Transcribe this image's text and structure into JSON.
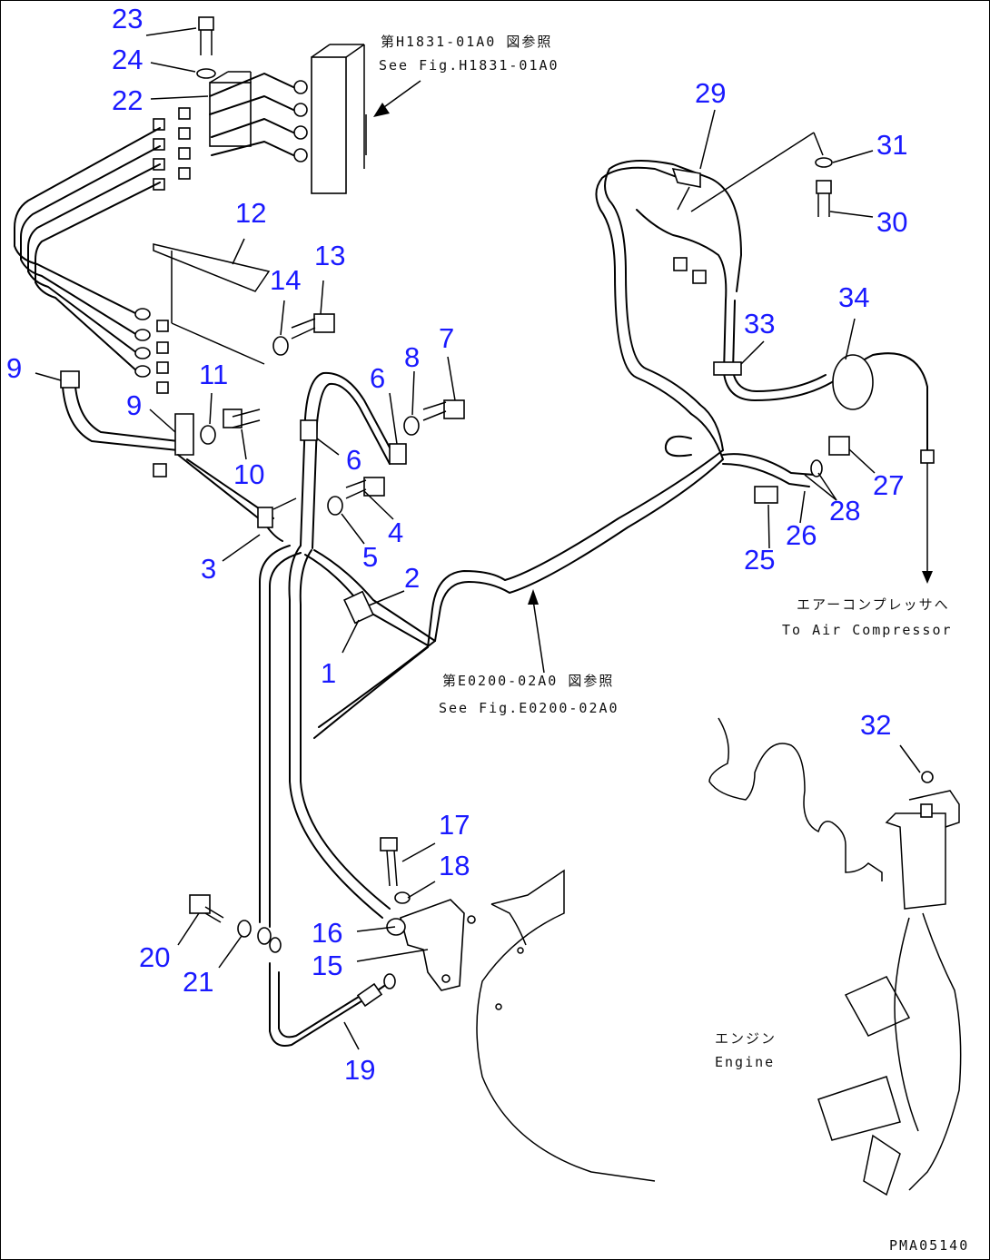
{
  "callouts": {
    "c1": "1",
    "c2": "2",
    "c3": "3",
    "c4": "4",
    "c5": "5",
    "c6a": "6",
    "c6b": "6",
    "c7": "7",
    "c8": "8",
    "c9a": "9",
    "c9b": "9",
    "c10": "10",
    "c11": "11",
    "c12": "12",
    "c13": "13",
    "c14": "14",
    "c15": "15",
    "c16": "16",
    "c17": "17",
    "c18": "18",
    "c19": "19",
    "c20": "20",
    "c21": "21",
    "c22": "22",
    "c23": "23",
    "c24": "24",
    "c25": "25",
    "c26": "26",
    "c27": "27",
    "c28": "28",
    "c29": "29",
    "c30": "30",
    "c31": "31",
    "c32": "32",
    "c33": "33",
    "c34": "34"
  },
  "notes": {
    "ref_h1831_jp": "第H1831-01A0 図参照",
    "ref_h1831_en": "See Fig.H1831-01A0",
    "ref_e0200_jp": "第E0200-02A0 図参照",
    "ref_e0200_en": "See Fig.E0200-02A0",
    "air_compressor_jp": "エアーコンプレッサへ",
    "air_compressor_en": "To Air Compressor",
    "engine_jp": "エンジン",
    "engine_en": "Engine",
    "figure_code": "PMA05140"
  },
  "colors": {
    "callout": "#1a1aff",
    "line": "#000000"
  }
}
